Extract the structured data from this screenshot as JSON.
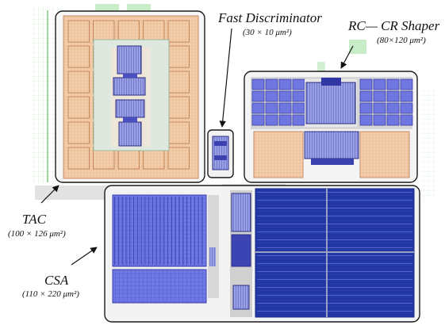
{
  "blocks": {
    "tac": {
      "name": "TAC",
      "dims": "(100 × 126 μm²)"
    },
    "fast_disc": {
      "name": "Fast Discriminator",
      "dims": "(30 × 10 μm²)"
    },
    "shaper": {
      "name": "RC— CR Shaper",
      "dims": "(80×120 μm²)"
    },
    "csa": {
      "name": "CSA",
      "dims": "(110 × 220 μm²)"
    }
  },
  "colors": {
    "background": "#ffffff",
    "grid_green": "#7dc87d",
    "cap_orange": "#f2c9a6",
    "cap_orange_edge": "#c98a5e",
    "cap_blue": "#6f76e0",
    "cap_darkblue": "#1d2f9a",
    "metal_gray": "#c9c9c9",
    "outline": "#1a1a1a"
  }
}
